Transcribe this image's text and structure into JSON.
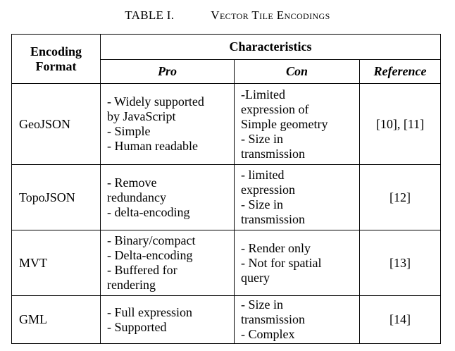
{
  "caption": {
    "label": "TABLE I.",
    "title": "Vector Tile Encodings"
  },
  "table": {
    "header": {
      "format": "Encoding\nFormat",
      "group": "Characteristics",
      "pro": "Pro",
      "con": "Con",
      "reference": "Reference"
    },
    "rows": [
      {
        "format": "GeoJSON",
        "pro": "-  Widely supported\nby JavaScript\n- Simple\n- Human readable",
        "con": "-Limited\nexpression of\nSimple geometry\n- Size in\ntransmission",
        "reference": "[10], [11]"
      },
      {
        "format": "TopoJSON",
        "pro": "- Remove\nredundancy\n- delta-encoding",
        "con": "- limited\nexpression\n- Size in\ntransmission",
        "reference": "[12]"
      },
      {
        "format": "MVT",
        "pro": "- Binary/compact\n- Delta-encoding\n- Buffered for\nrendering",
        "con": "- Render only\n- Not for spatial\nquery",
        "reference": "[13]"
      },
      {
        "format": "GML",
        "pro": "- Full expression\n- Supported",
        "con": "- Size in\ntransmission\n- Complex",
        "reference": "[14]"
      }
    ]
  },
  "colors": {
    "text": "#000000",
    "background": "#ffffff",
    "border": "#000000"
  }
}
